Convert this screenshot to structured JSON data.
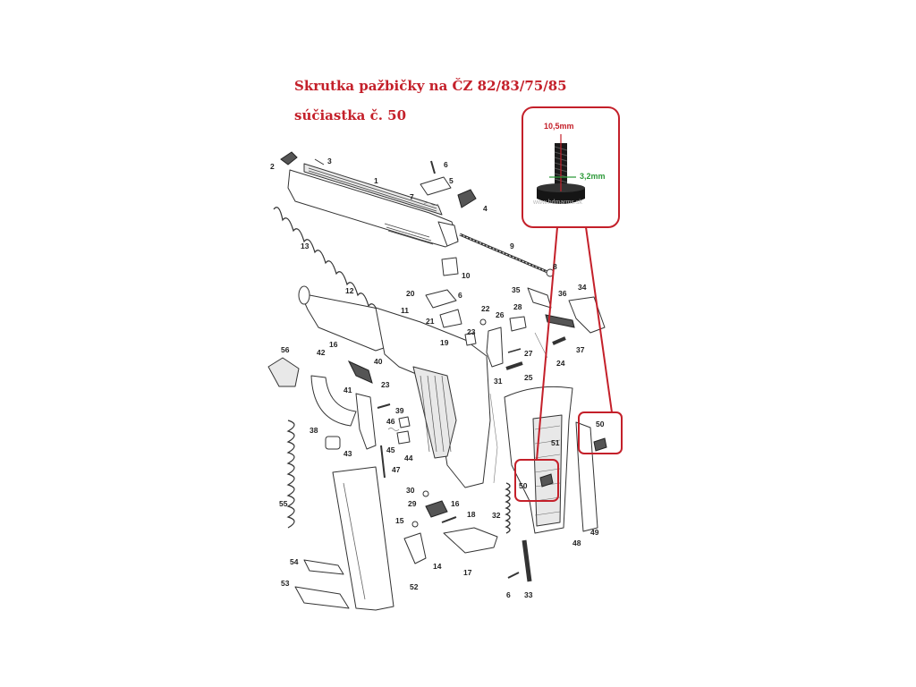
{
  "heading": {
    "title": "Skrutka pažbičky na ČZ 82/83/75/85",
    "subtitle": "súčiastka č. 50"
  },
  "inset": {
    "length_label": "10,5mm",
    "diameter_label": "3,2mm",
    "watermark": "www.hdmarms.sk"
  },
  "colors": {
    "highlight": "#c4202a",
    "dimension_green": "#2e9a3a"
  },
  "part_numbers": [
    "1",
    "2",
    "3",
    "4",
    "5",
    "6",
    "7",
    "8",
    "9",
    "10",
    "11",
    "12",
    "13",
    "14",
    "15",
    "16",
    "17",
    "18",
    "19",
    "20",
    "21",
    "22",
    "23",
    "24",
    "25",
    "26",
    "27",
    "28",
    "29",
    "30",
    "31",
    "32",
    "33",
    "34",
    "35",
    "36",
    "37",
    "38",
    "39",
    "40",
    "41",
    "42",
    "43",
    "44",
    "45",
    "46",
    "47",
    "48",
    "49",
    "50",
    "51",
    "52",
    "53",
    "54",
    "55",
    "56"
  ],
  "highlighted_part": "50"
}
